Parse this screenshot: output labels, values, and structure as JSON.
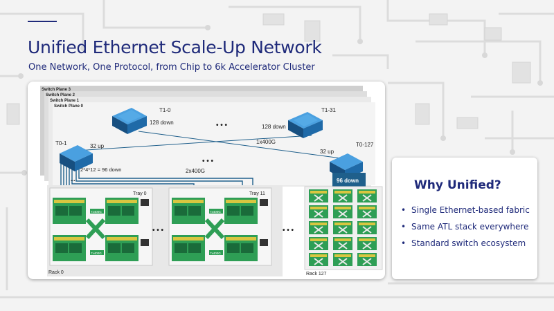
{
  "title": "Unified Ethernet Scale-Up Network",
  "subtitle": "One Network, One Protocol, from Chip to 6k Accelerator Cluster",
  "diagram": {
    "switch_planes": [
      "Switch Plane 3",
      "Switch Plane 2",
      "Switch Plane 1",
      "Switch Plane 0"
    ],
    "t1_left": "T1-0",
    "t1_right": "T1-31",
    "t0_left": "T0-1",
    "t0_right": "T0-127",
    "down_left": "128 down",
    "down_right": "128 down",
    "up_left": "32 up",
    "up_right": "32 up",
    "link_1x": "1x400G",
    "link_2x": "2x400G",
    "t0_down": "2*4*12 = 96 down",
    "t0_right_down": "96 down",
    "ellipsis": "• • •",
    "small_dots": "...",
    "tray_0": "Tray 0",
    "tray_11": "Tray 11",
    "link_label": "7x400G",
    "rack_0": "Rack 0",
    "rack_127": "Rack 127"
  },
  "why": {
    "title": "Why Unified?",
    "items": [
      "Single Ethernet-based fabric",
      "Same ATL stack everywhere",
      "Standard switch ecosystem"
    ]
  },
  "colors": {
    "title": "#1f2a7a",
    "switch_blue": "#1b6fae",
    "down_badge": "#1f5f8b",
    "chip_green": "#2e9e55",
    "chip_yellow": "#d8c640"
  }
}
